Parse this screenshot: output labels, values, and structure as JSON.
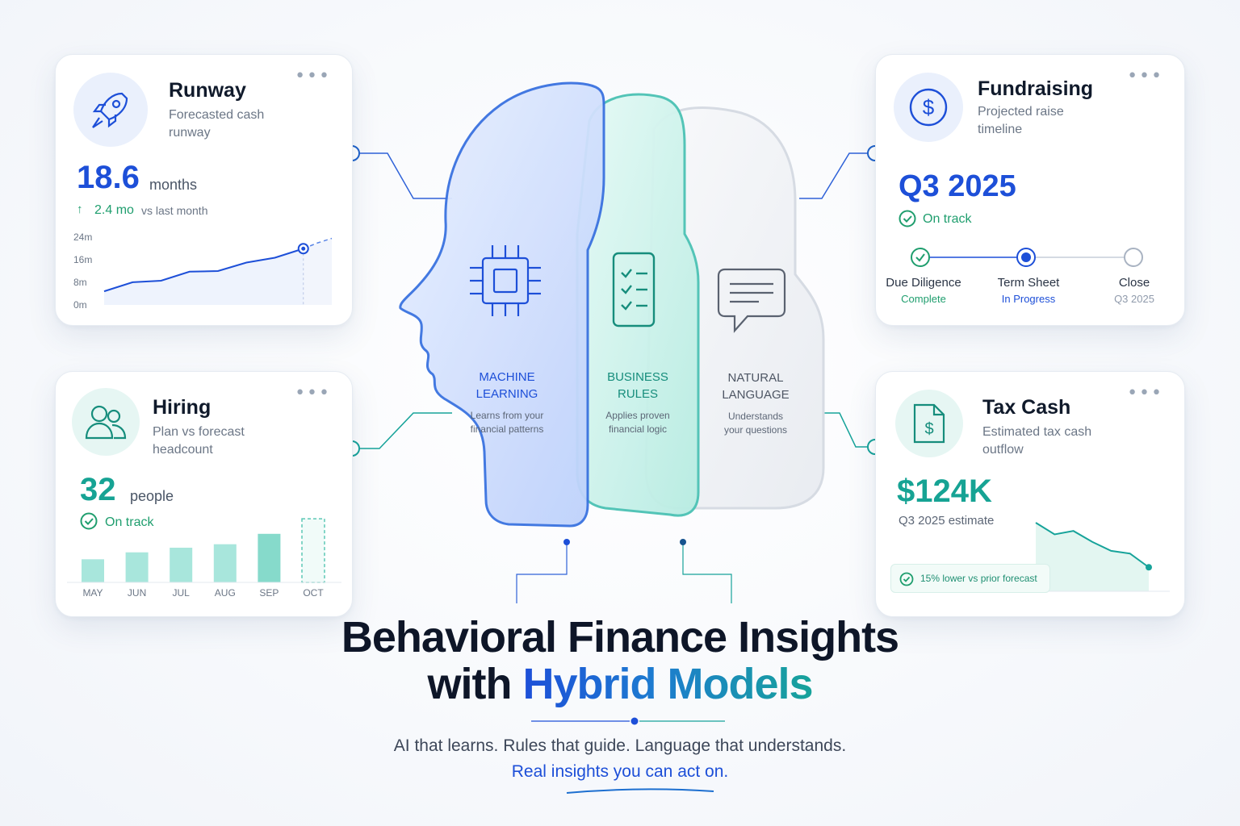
{
  "runway": {
    "title": "Runway",
    "subtitle_1": "Forecasted cash",
    "subtitle_2": "runway",
    "value": "18.6",
    "unit": "months",
    "delta": "2.4 mo",
    "delta_context": "vs last month",
    "accent": "#1d4fd8"
  },
  "fundraising": {
    "title": "Fundraising",
    "subtitle_1": "Projected raise",
    "subtitle_2": "timeline",
    "value": "Q3 2025",
    "status": "On track",
    "steps": [
      {
        "label": "Due Diligence",
        "state": "Complete"
      },
      {
        "label": "Term Sheet",
        "state": "In Progress"
      },
      {
        "label": "Close",
        "state": "Q3 2025"
      }
    ]
  },
  "hiring": {
    "title": "Hiring",
    "subtitle_1": "Plan vs forecast",
    "subtitle_2": "headcount",
    "value": "32",
    "unit": "people",
    "status": "On track",
    "accent": "#16a394"
  },
  "taxcash": {
    "title": "Tax Cash",
    "subtitle_1": "Estimated tax cash",
    "subtitle_2": "outflow",
    "value": "$124K",
    "period": "Q3 2025 estimate",
    "note": "15% lower vs prior forecast"
  },
  "layers": {
    "ml": {
      "title_1": "MACHINE",
      "title_2": "LEARNING",
      "desc_1": "Learns from your",
      "desc_2": "financial patterns"
    },
    "rules": {
      "title_1": "BUSINESS",
      "title_2": "RULES",
      "desc_1": "Applies proven",
      "desc_2": "financial logic"
    },
    "nl": {
      "title_1": "NATURAL",
      "title_2": "LANGUAGE",
      "desc_1": "Understands",
      "desc_2": "your questions"
    }
  },
  "headline": {
    "line1": "Behavioral Finance Insights",
    "line2_plain": "with",
    "line2_highlight": "Hybrid Models",
    "tagline": "AI that learns. Rules that guide. Language that understands.",
    "tagline2": "Real insights you can act on."
  },
  "chart_data": [
    {
      "type": "area",
      "y_tick_labels": [
        "24m",
        "16m",
        "8m",
        "0m"
      ],
      "ylim": [
        0,
        24
      ],
      "x": [
        0,
        1,
        2,
        3,
        4,
        5,
        6,
        7,
        8
      ],
      "series": [
        {
          "values": [
            4.5,
            7.5,
            8,
            11,
            11.2,
            14,
            15.6,
            18.6
          ]
        },
        {
          "values_forecast_from_index": 7,
          "forecast": [
            18.6,
            20.5,
            22
          ]
        }
      ],
      "grid": false
    },
    {
      "type": "bar",
      "categories": [
        "MAY",
        "JUN",
        "JUL",
        "AUG",
        "SEP",
        "OCT"
      ],
      "values": [
        20,
        26,
        30,
        33,
        42,
        55
      ],
      "forecast_flags": [
        false,
        false,
        false,
        false,
        false,
        true
      ],
      "ylim": [
        0,
        60
      ]
    },
    {
      "type": "area",
      "x": [
        0,
        1,
        2,
        3,
        4,
        5,
        6
      ],
      "values": [
        10,
        8.3,
        8.8,
        7.2,
        5.9,
        5.5,
        3.5
      ],
      "ylim": [
        0,
        12
      ]
    }
  ],
  "colors": {
    "blue": "#1d4fd8",
    "teal": "#16a394",
    "green": "#1f9e6e",
    "gray": "#8f9aab"
  }
}
